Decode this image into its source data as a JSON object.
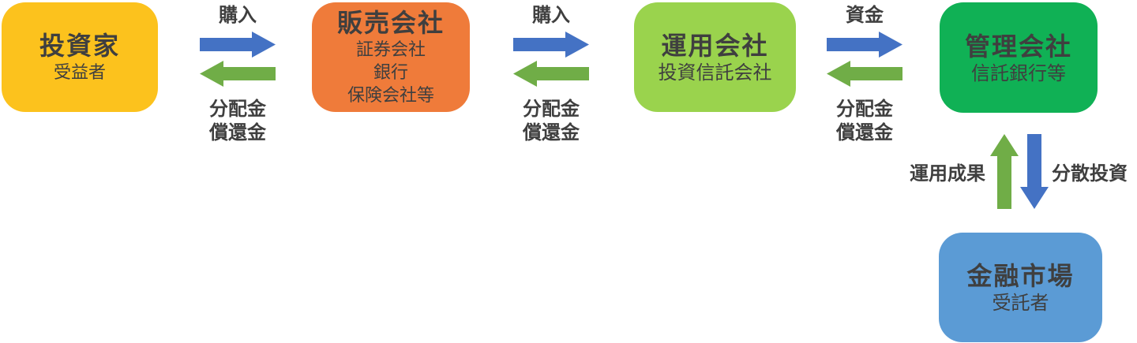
{
  "page": {
    "background": "#ffffff",
    "text_color": "#3f3f3f"
  },
  "nodes": {
    "investor": {
      "title": "投資家",
      "sub1": "受益者",
      "color": "#FCC21D"
    },
    "seller": {
      "title": "販売会社",
      "sub1": "証券会社",
      "sub2": "銀行",
      "sub3": "保険会社等",
      "color": "#EF7B3A"
    },
    "manager": {
      "title": "運用会社",
      "sub1": "投資信託会社",
      "color": "#9AD34D"
    },
    "custodian": {
      "title": "管理会社",
      "sub1": "信託銀行等",
      "color": "#10B155"
    },
    "market": {
      "title": "金融市場",
      "sub1": "受託者",
      "color": "#5B9BD5"
    }
  },
  "flows": {
    "investor_seller": {
      "forward": "購入",
      "return1": "分配金",
      "return2": "償還金"
    },
    "seller_manager": {
      "forward": "購入",
      "return1": "分配金",
      "return2": "償還金"
    },
    "manager_custodian": {
      "forward": "資金",
      "return1": "分配金",
      "return2": "償還金"
    },
    "custodian_market": {
      "up": "運用成果",
      "down": "分散投資"
    }
  },
  "arrows": {
    "forward_color": "#4472C4",
    "return_color": "#70AD47"
  }
}
